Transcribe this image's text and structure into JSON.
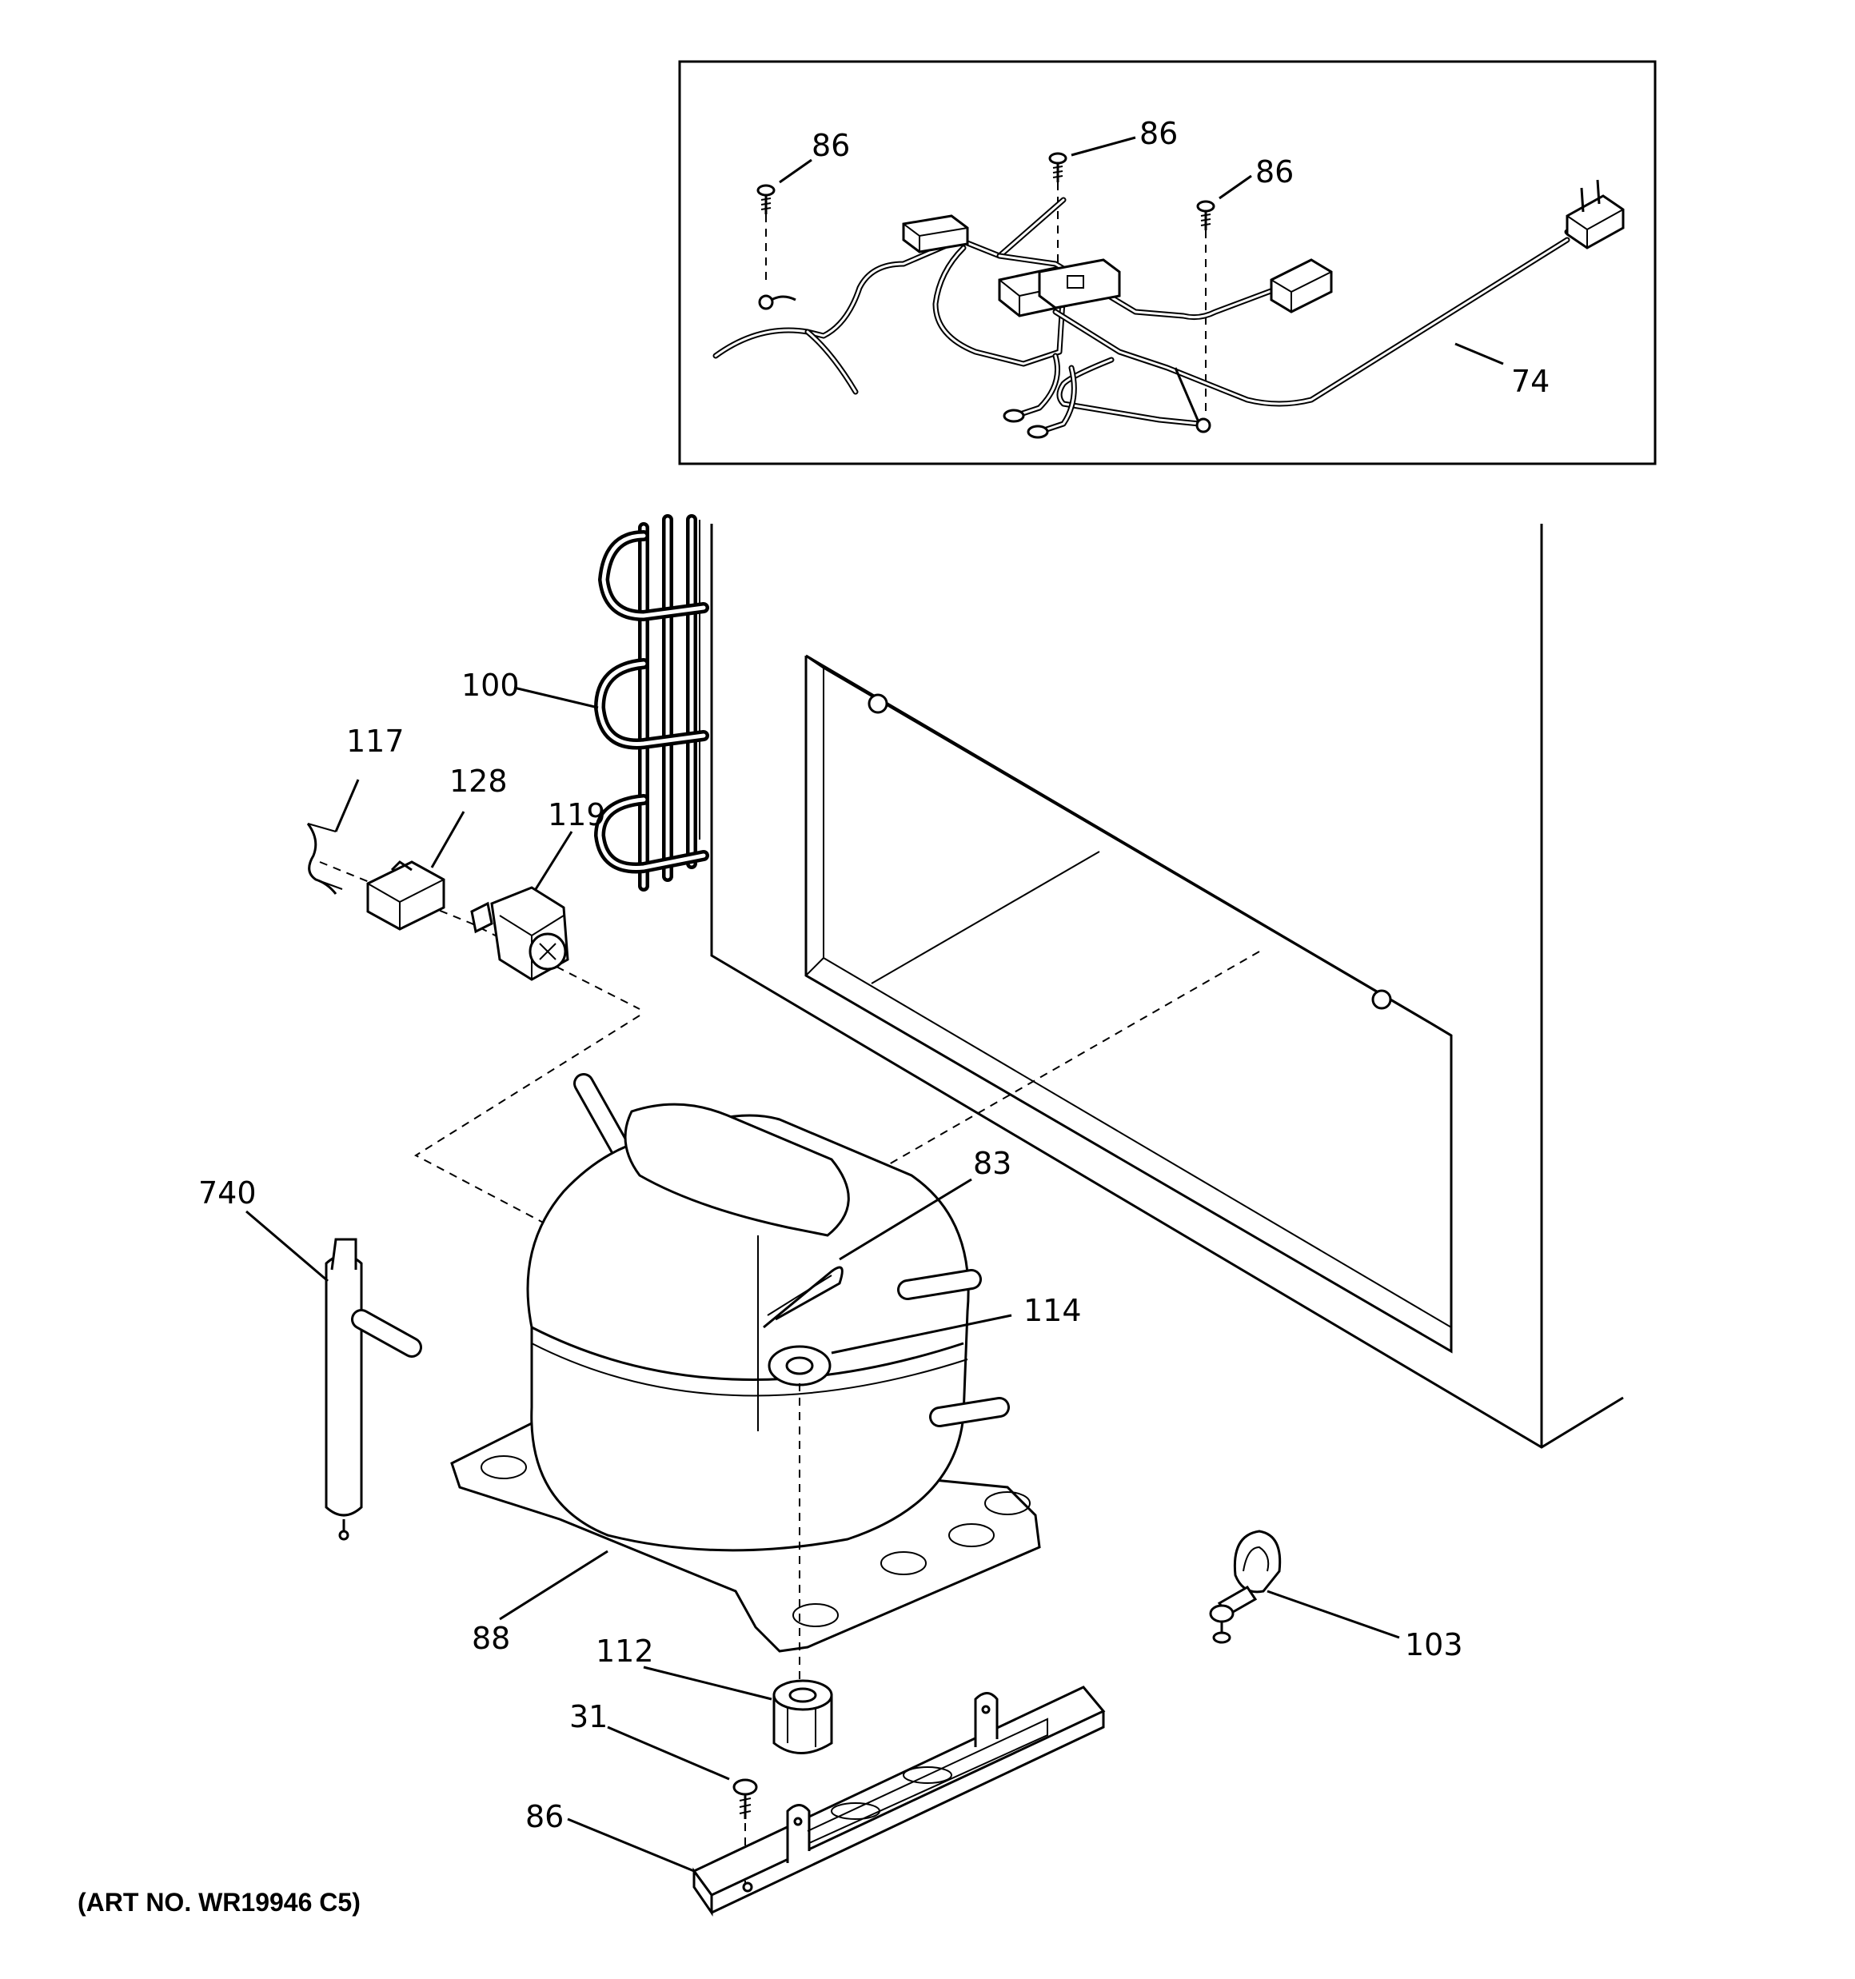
{
  "callouts": {
    "screw_a": "86",
    "screw_b": "86",
    "screw_c": "86",
    "harness": "74",
    "condenser": "100",
    "overload": "117",
    "relay": "128",
    "starter": "119",
    "drier": "740",
    "clip": "83",
    "grommet": "114",
    "compressor": "88",
    "bushing": "112",
    "bolt": "31",
    "bracket_screw": "86",
    "clamp": "103"
  },
  "art_number": "(ART NO. WR19946 C5)"
}
